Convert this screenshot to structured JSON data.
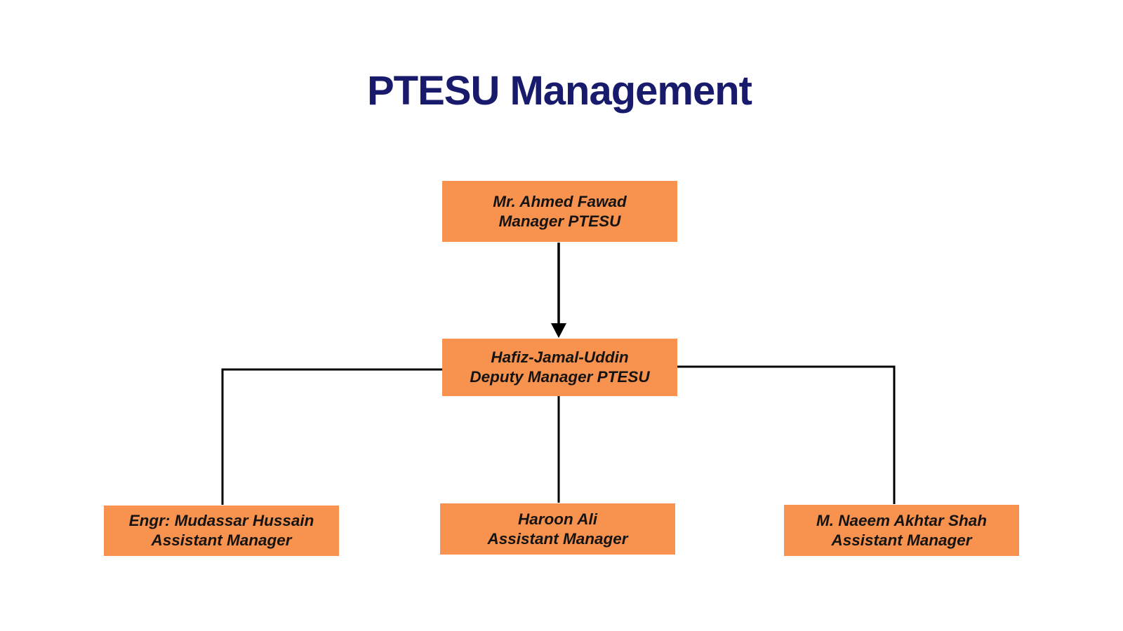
{
  "title": "PTESU Management",
  "colors": {
    "background": "#FFFFFF",
    "title_text": "#181A6B",
    "box_fill": "#F8924F",
    "box_text": "#161412",
    "connector_line": "#000000"
  },
  "org_chart": {
    "nodes": [
      {
        "id": "manager",
        "name": "Mr. Ahmed Fawad",
        "role": "Manager PTESU"
      },
      {
        "id": "deputy",
        "name": "Hafiz-Jamal-Uddin",
        "role": "Deputy Manager PTESU"
      },
      {
        "id": "am1",
        "name": "Engr: Mudassar Hussain",
        "role": "Assistant Manager"
      },
      {
        "id": "am2",
        "name": "Haroon Ali",
        "role": "Assistant Manager"
      },
      {
        "id": "am3",
        "name": "M. Naeem Akhtar Shah",
        "role": "Assistant Manager"
      }
    ],
    "edges": [
      {
        "from": "manager",
        "to": "deputy",
        "arrowhead": true
      },
      {
        "from": "deputy",
        "to": "am1",
        "arrowhead": false
      },
      {
        "from": "deputy",
        "to": "am2",
        "arrowhead": false
      },
      {
        "from": "deputy",
        "to": "am3",
        "arrowhead": false
      }
    ]
  }
}
